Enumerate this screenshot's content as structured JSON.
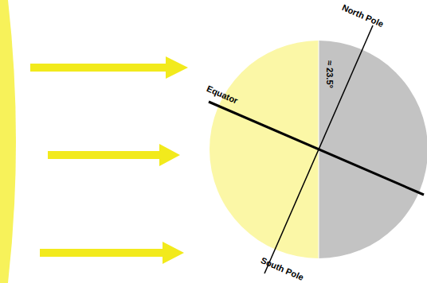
{
  "diagram": {
    "labels": [
      "Equator",
      "North Pole",
      "≈ 23.5°",
      "South Pole"
    ]
  }
}
